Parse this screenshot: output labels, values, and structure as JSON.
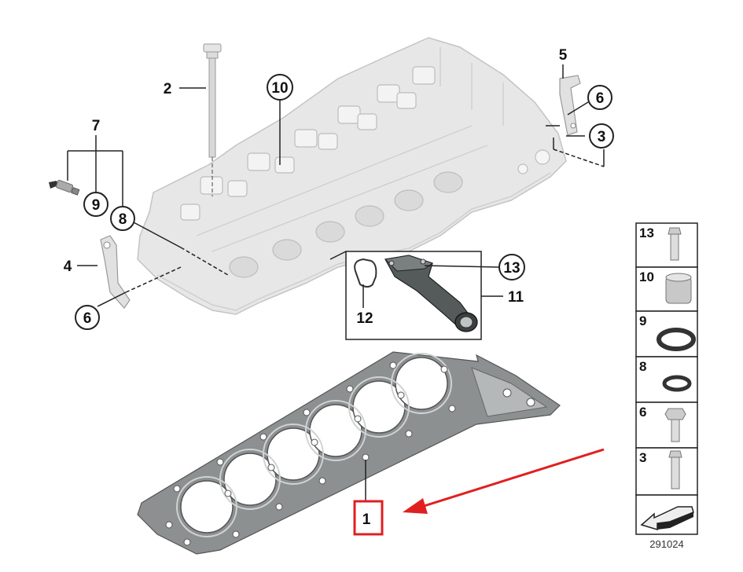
{
  "callouts": {
    "c1": "1",
    "c2": "2",
    "c3": "3",
    "c4": "4",
    "c5": "5",
    "c6a": "6",
    "c6b": "6",
    "c7": "7",
    "c8": "8",
    "c9": "9",
    "c10": "10",
    "c11": "11",
    "c12": "12",
    "c13": "13"
  },
  "legend": {
    "items": [
      "13",
      "10",
      "9",
      "8",
      "6",
      "3"
    ]
  },
  "diagram_ref": "291024",
  "colors": {
    "highlight_box": "#e02020",
    "arrow": "#e02020",
    "part_fill": "#e6e6e6",
    "part_stroke": "#bcbcbc",
    "gasket_fill": "#8c9090",
    "line": "#222222"
  }
}
